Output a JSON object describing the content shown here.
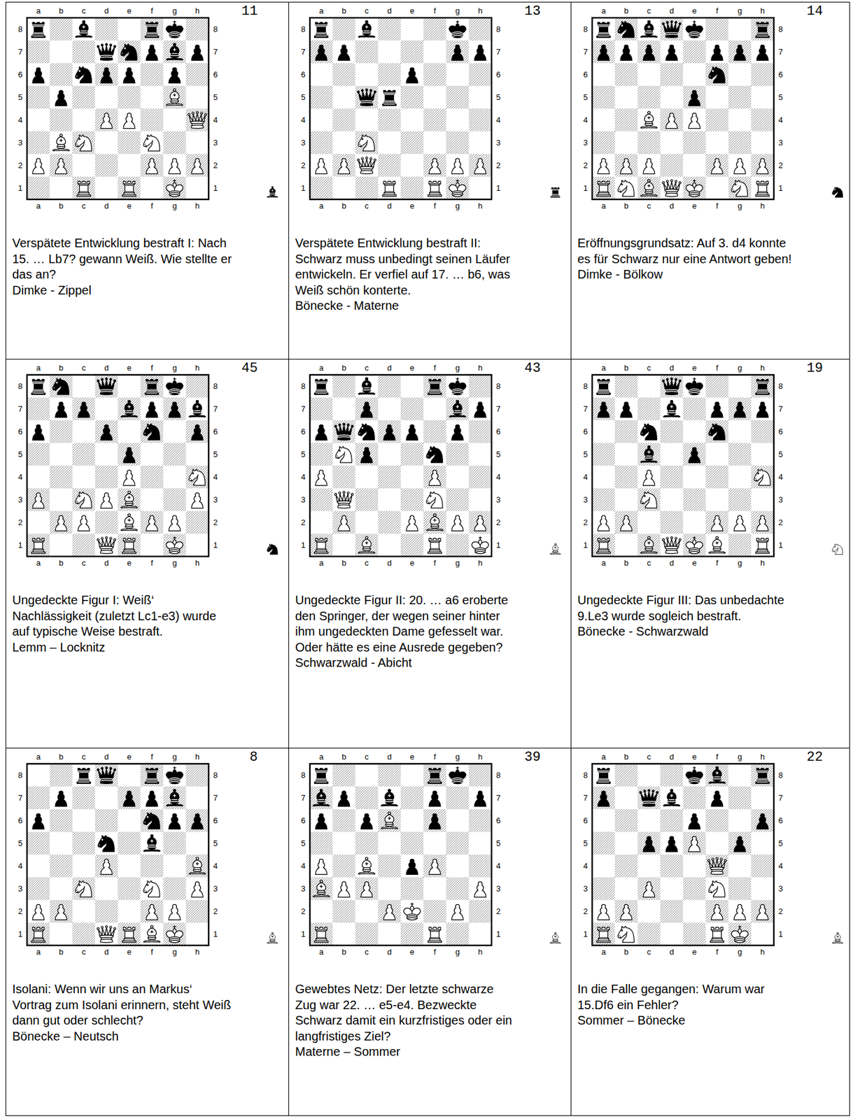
{
  "diagram": {
    "nodes": [
      {
        "text": [
          "11",
          "Verspätete Entwicklung bestraft I: Nach 15. … Lb7? gewann Weiß. Wie stellte er das an?",
          "Dimke - Zippel"
        ]
      },
      {
        "text": [
          "13",
          "Verspätete Entwicklung bestraft II: Schwarz muss unbedingt seinen Läufer entwickeln. Er verfiel auf 17. … b6, was Weiß schön konterte.",
          "Bönecke - Materne"
        ]
      },
      {
        "text": [
          "14",
          "Eröffnungsgrundsatz: Auf 3. d4 konnte es für Schwarz nur eine Antwort geben!",
          "Dimke - Bölkow"
        ]
      },
      {
        "text": [
          "45",
          "Ungedeckte Figur I: Weiß‘ Nachlässigkeit (zuletzt Lc1-e3) wurde auf typische Weise bestraft.",
          "Lemm – Locknitz"
        ]
      },
      {
        "text": [
          "43",
          "Ungedeckte Figur II: 20. … a6 eroberte den Springer, der wegen seiner hinter ihm ungedeckten Dame gefesselt war. Oder hätte es eine Ausrede gegeben?",
          "Schwarzwald - Abicht"
        ]
      },
      {
        "text": [
          "19",
          "Ungedeckte Figur III: Das unbedachte 9.Le3 wurde sogleich bestraft.",
          "Bönecke - Schwarzwald"
        ]
      },
      {
        "text": [
          "8",
          "Isolani: Wenn wir uns an Markus‘ Vortrag zum Isolani erinnern, steht Weiß dann gut oder schlecht?",
          "Bönecke – Neutsch"
        ]
      },
      {
        "text": [
          "39",
          "Gewebtes Netz: Der letzte schwarze Zug war 22. … e5-e4. Bezweckte Schwarz damit ein kurzfristiges oder ein langfristiges Ziel?",
          "Materne – Sommer"
        ]
      },
      {
        "text": [
          "22",
          "In die Falle gegangen: Warum war 15.Df6 ein Fehler?",
          "Sommer – Bönecke"
        ]
      }
    ],
    "labels": [
      "a",
      "b",
      "c",
      "d",
      "e",
      "f",
      "g",
      "h",
      "8",
      "7",
      "6",
      "5",
      "4",
      "3",
      "2",
      "1",
      "8",
      "7",
      "6",
      "5",
      "4",
      "3",
      "2",
      "1",
      "a",
      "b",
      "c",
      "d",
      "e",
      "f",
      "g",
      "h",
      "a",
      "b",
      "c",
      "d",
      "e",
      "f",
      "g",
      "h",
      "8",
      "7",
      "6",
      "5",
      "4",
      "3",
      "2",
      "1",
      "8",
      "7",
      "6",
      "5",
      "4",
      "3",
      "2",
      "1",
      "a",
      "b",
      "c",
      "d",
      "e",
      "f",
      "g",
      "h",
      "a",
      "b",
      "c",
      "d",
      "e",
      "f",
      "g",
      "h",
      "8",
      "7",
      "6",
      "5",
      "4",
      "3",
      "2",
      "1",
      "8",
      "7",
      "6",
      "5",
      "4",
      "3",
      "2",
      "1",
      "a",
      "b",
      "c",
      "d",
      "e",
      "f",
      "g",
      "h",
      "a",
      "b",
      "c",
      "d",
      "e",
      "f",
      "g",
      "h",
      "8",
      "7",
      "6",
      "5",
      "4",
      "3",
      "2",
      "1",
      "8",
      "7",
      "6",
      "5",
      "4",
      "3",
      "2",
      "1",
      "a",
      "b",
      "c",
      "d",
      "e",
      "f",
      "g",
      "h",
      "a",
      "b",
      "c",
      "d",
      "e",
      "f",
      "g",
      "h",
      "8",
      "7",
      "6",
      "5",
      "4",
      "3",
      "2",
      "1",
      "8",
      "7",
      "6",
      "5",
      "4",
      "3",
      "2",
      "1",
      "a",
      "b",
      "c",
      "d",
      "e",
      "f",
      "g",
      "h",
      "a",
      "b",
      "c",
      "d",
      "e",
      "f",
      "g",
      "h",
      "8",
      "7",
      "6",
      "5",
      "4",
      "3",
      "2",
      "1",
      "8",
      "7",
      "6",
      "5",
      "4",
      "3",
      "2",
      "1",
      "a",
      "b",
      "c",
      "d",
      "e",
      "f",
      "g",
      "h",
      "a",
      "b",
      "c",
      "d",
      "e",
      "f",
      "g",
      "h",
      "8",
      "7",
      "6",
      "5",
      "4",
      "3",
      "2",
      "1",
      "8",
      "7",
      "6",
      "5",
      "4",
      "3",
      "2",
      "1",
      "a",
      "b",
      "c",
      "d",
      "e",
      "f",
      "g",
      "h",
      "a",
      "b",
      "c",
      "d",
      "e",
      "f",
      "g",
      "h",
      "8",
      "7",
      "6",
      "5",
      "4",
      "3",
      "2",
      "1",
      "8",
      "7",
      "6",
      "5",
      "4",
      "3",
      "2",
      "1",
      "a",
      "b",
      "c",
      "d",
      "e",
      "f",
      "g",
      "h",
      "a",
      "b",
      "c",
      "d",
      "e",
      "f",
      "g",
      "h",
      "8",
      "7",
      "6",
      "5",
      "4",
      "3",
      "2",
      "1",
      "8",
      "7",
      "6",
      "5",
      "4",
      "3",
      "2",
      "1",
      "a",
      "b",
      "c",
      "d",
      "e",
      "f",
      "g",
      "h"
    ]
  }
}
